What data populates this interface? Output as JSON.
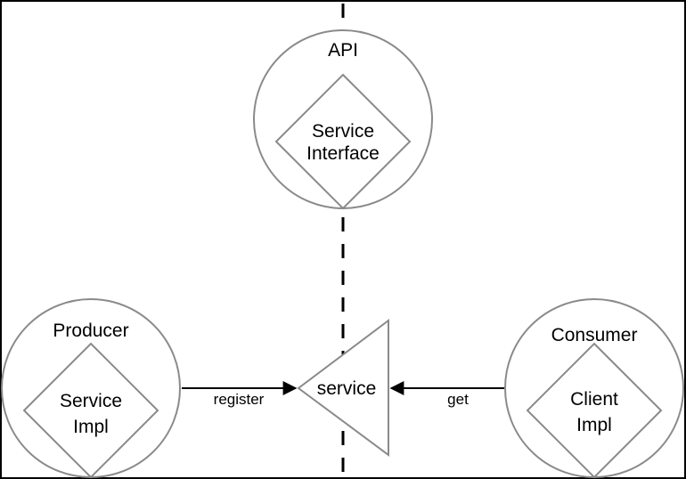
{
  "diagram": {
    "api": {
      "title": "API",
      "inner_line1": "Service",
      "inner_line2": "Interface"
    },
    "producer": {
      "title": "Producer",
      "inner_line1": "Service",
      "inner_line2": "Impl"
    },
    "consumer": {
      "title": "Consumer",
      "inner_line1": "Client",
      "inner_line2": "Impl"
    },
    "registry": {
      "label": "service"
    },
    "edges": {
      "register": "register",
      "get": "get"
    }
  }
}
